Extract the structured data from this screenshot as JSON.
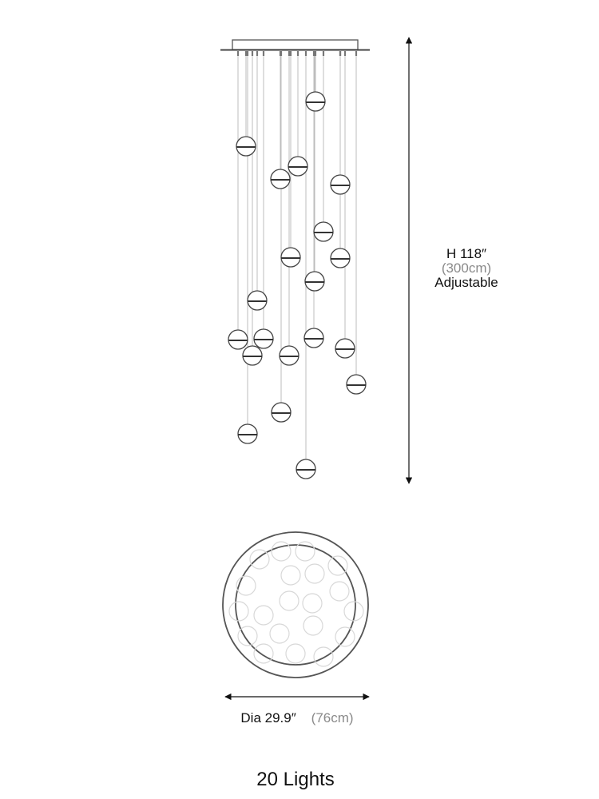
{
  "height": {
    "line1": "H 118″",
    "line2": "(300cm)",
    "line3": "Adjustable"
  },
  "diameter": {
    "imperial": "Dia 29.9″",
    "metric": "(76cm)"
  },
  "lights": "20 Lights",
  "colors": {
    "line": "#555555",
    "cord": "#bdbdbd",
    "text": "#111111",
    "muted": "#8a8a8a",
    "faint": "#d8d8d8"
  }
}
